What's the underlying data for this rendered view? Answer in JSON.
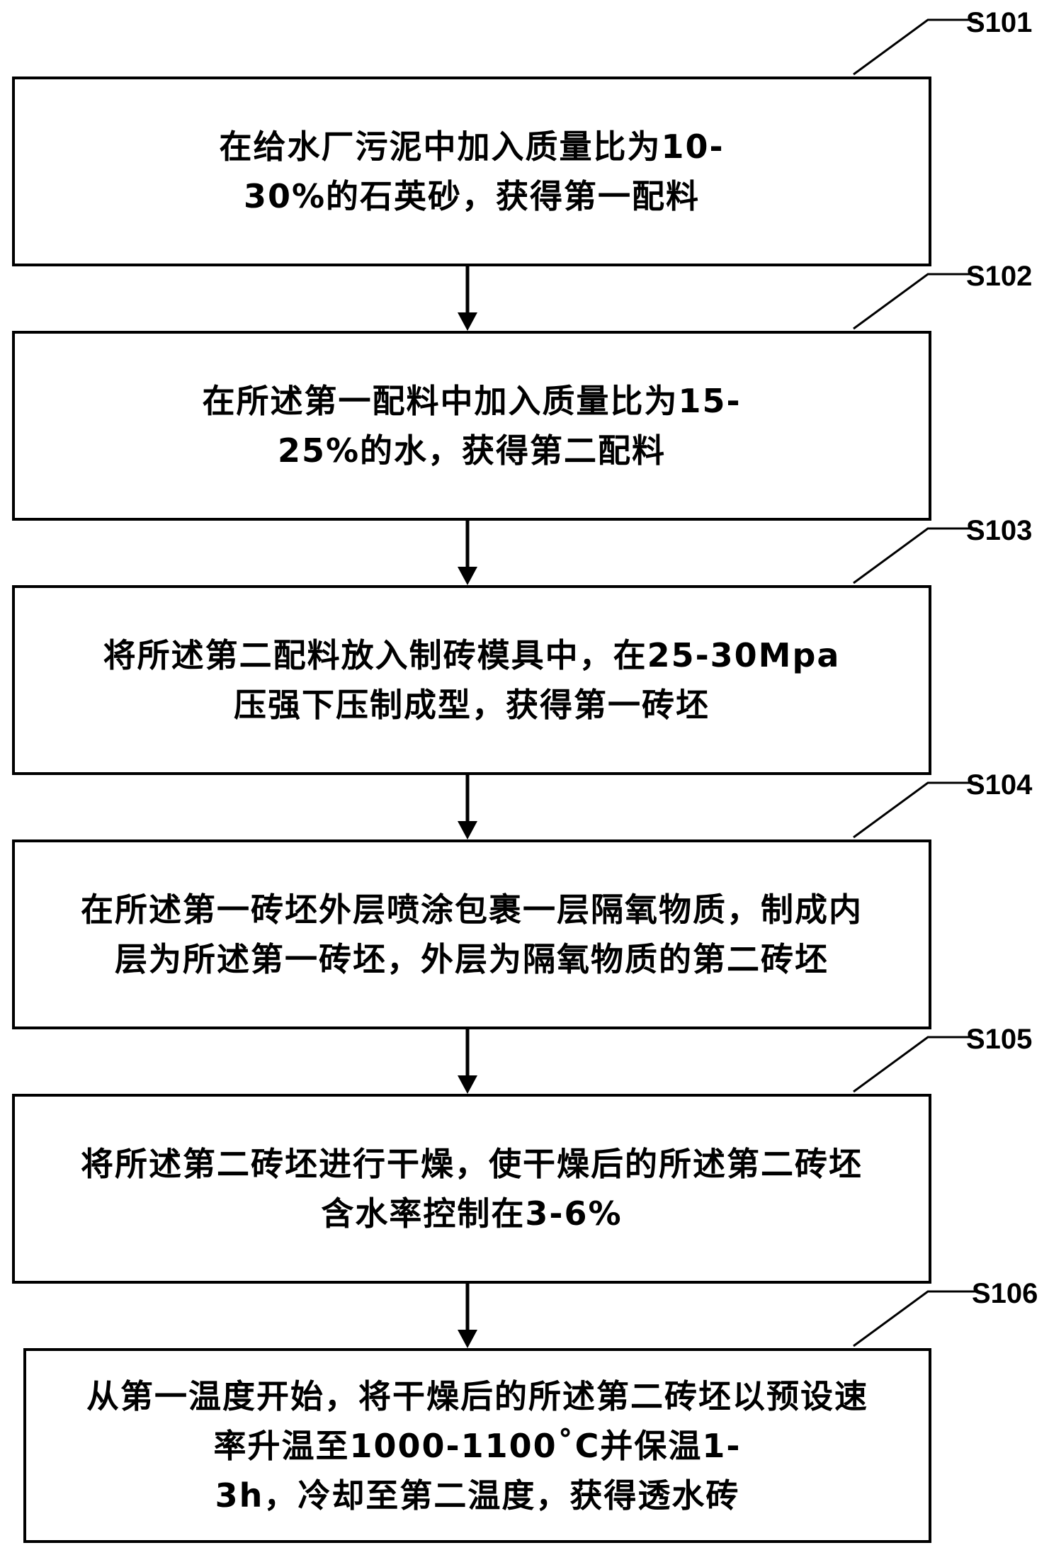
{
  "steps": [
    {
      "id": "S101",
      "lines": [
        "在给水厂污泥中加入质量比为10-",
        "30%的石英砂，获得第一配料"
      ]
    },
    {
      "id": "S102",
      "lines": [
        "在所述第一配料中加入质量比为15-",
        "25%的水，获得第二配料"
      ]
    },
    {
      "id": "S103",
      "lines": [
        "将所述第二配料放入制砖模具中，在25-30Mpa",
        "压强下压制成型，获得第一砖坯"
      ]
    },
    {
      "id": "S104",
      "lines": [
        "在所述第一砖坯外层喷涂包裹一层隔氧物质，制成内",
        "层为所述第一砖坯，外层为隔氧物质的第二砖坯"
      ]
    },
    {
      "id": "S105",
      "lines": [
        "将所述第二砖坯进行干燥，使干燥后的所述第二砖坯",
        "含水率控制在3-6%"
      ]
    },
    {
      "id": "S106",
      "lines": [
        "从第一温度开始，将干燥后的所述第二砖坯以预设速",
        "率升温至1000-1100˚C并保温1-",
        "3h，冷却至第二温度，获得透水砖"
      ]
    }
  ]
}
